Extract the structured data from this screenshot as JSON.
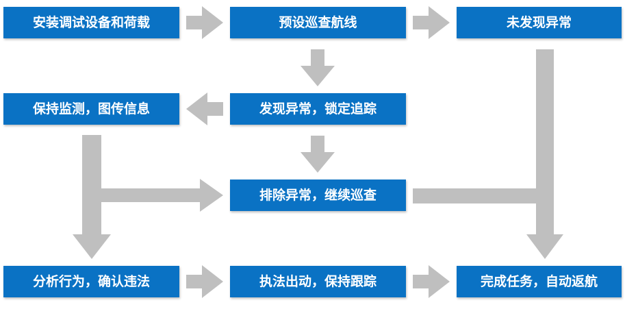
{
  "flowchart": {
    "nodes": {
      "install": "安装调试设备和荷载",
      "preset_route": "预设巡查航线",
      "no_anomaly": "未发现异常",
      "keep_monitoring": "保持监测，图传信息",
      "anomaly_found": "发现异常，锁定追踪",
      "clear_anomaly": "排除异常，继续巡查",
      "analyze": "分析行为，确认违法",
      "enforce": "执法出动，保持跟踪",
      "complete": "完成任务，自动返航"
    },
    "colors": {
      "node_fill": "#0a72c4",
      "node_text": "#ffffff",
      "arrow": "#bfbfbf"
    }
  }
}
